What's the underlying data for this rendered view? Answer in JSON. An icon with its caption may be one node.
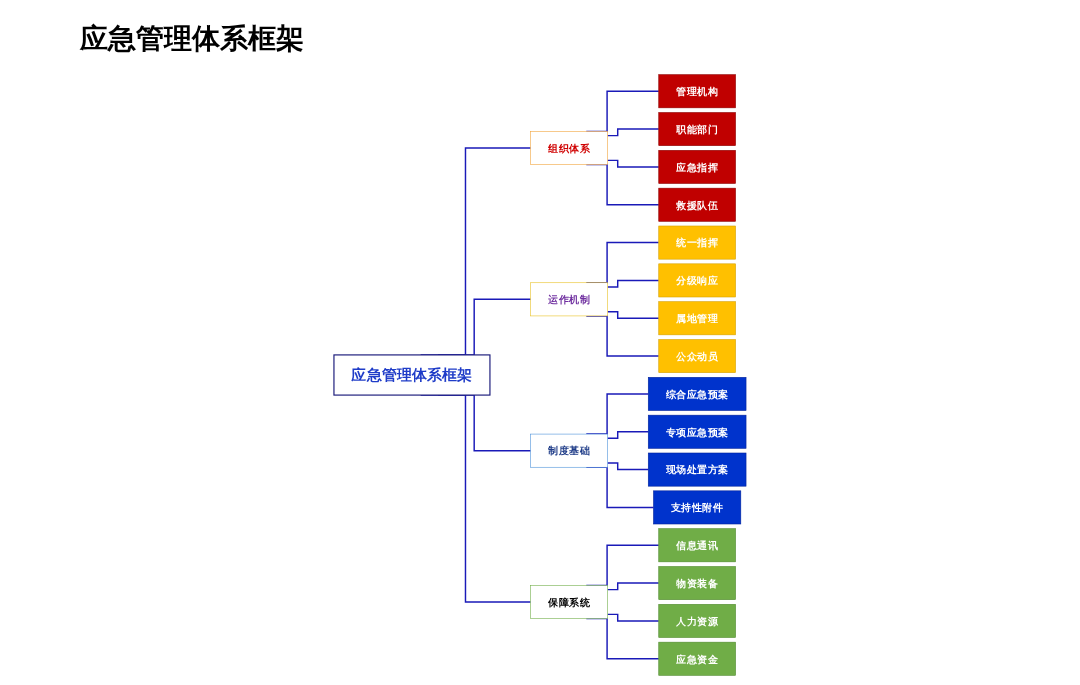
{
  "diagram": {
    "title": "应急管理体系框架",
    "nodes": [
      {
        "text": [
          "应急管理体系框架"
        ]
      },
      {
        "text": [
          "组织体系"
        ]
      },
      {
        "text": [
          "运作机制"
        ]
      },
      {
        "text": [
          "制度基础"
        ]
      },
      {
        "text": [
          "保障系统"
        ]
      },
      {
        "text": [
          "管理机构"
        ]
      },
      {
        "text": [
          "职能部门"
        ]
      },
      {
        "text": [
          "应急指挥"
        ]
      },
      {
        "text": [
          "救援队伍"
        ]
      },
      {
        "text": [
          "统一指挥"
        ]
      },
      {
        "text": [
          "分级响应"
        ]
      },
      {
        "text": [
          "属地管理"
        ]
      },
      {
        "text": [
          "公众动员"
        ]
      },
      {
        "text": [
          "综合应急预案"
        ]
      },
      {
        "text": [
          "专项应急预案"
        ]
      },
      {
        "text": [
          "现场处置方案"
        ]
      },
      {
        "text": [
          "支持性附件"
        ]
      },
      {
        "text": [
          "信息通讯"
        ]
      },
      {
        "text": [
          "物资装备"
        ]
      },
      {
        "text": [
          "人力资源"
        ]
      },
      {
        "text": [
          "应急资金"
        ]
      }
    ],
    "edges": [
      {
        "from": 0,
        "to": 1,
        "arrow": "none"
      },
      {
        "from": 0,
        "to": 2,
        "arrow": "none"
      },
      {
        "from": 0,
        "to": 3,
        "arrow": "none"
      },
      {
        "from": 0,
        "to": 4,
        "arrow": "none"
      },
      {
        "from": 1,
        "to": 5,
        "arrow": "none"
      },
      {
        "from": 1,
        "to": 6,
        "arrow": "none"
      },
      {
        "from": 1,
        "to": 7,
        "arrow": "none"
      },
      {
        "from": 1,
        "to": 8,
        "arrow": "none"
      },
      {
        "from": 2,
        "to": 9,
        "arrow": "none"
      },
      {
        "from": 2,
        "to": 10,
        "arrow": "none"
      },
      {
        "from": 2,
        "to": 11,
        "arrow": "none"
      },
      {
        "from": 2,
        "to": 12,
        "arrow": "none"
      },
      {
        "from": 3,
        "to": 13,
        "arrow": "none"
      },
      {
        "from": 3,
        "to": 14,
        "arrow": "none"
      },
      {
        "from": 3,
        "to": 15,
        "arrow": "none"
      },
      {
        "from": 3,
        "to": 16,
        "arrow": "none"
      },
      {
        "from": 4,
        "to": 17,
        "arrow": "none"
      },
      {
        "from": 4,
        "to": 18,
        "arrow": "none"
      },
      {
        "from": 4,
        "to": 19,
        "arrow": "none"
      },
      {
        "from": 4,
        "to": 20,
        "arrow": "none"
      }
    ]
  }
}
